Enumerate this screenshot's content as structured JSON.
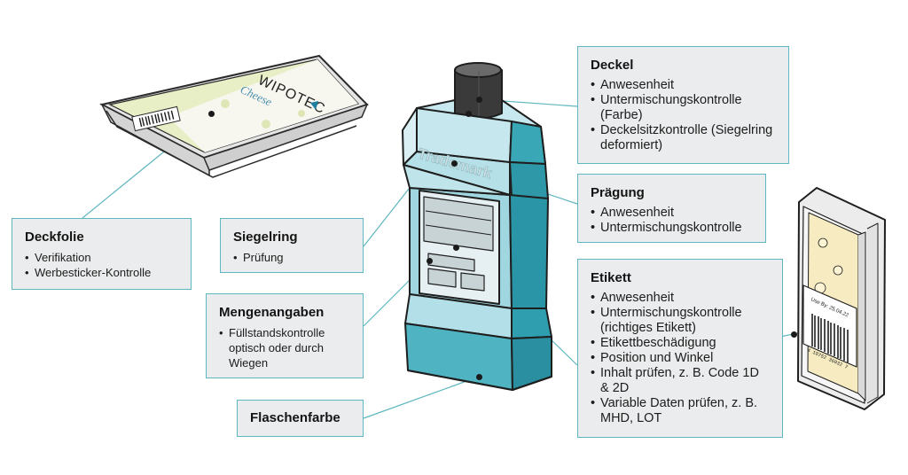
{
  "tray": {
    "brand": "WIPOTEC",
    "flavor": "Cheese"
  },
  "bottle": {
    "trademark": "Trademark"
  },
  "pack": {
    "use_by": "Use By: 25.04.22",
    "barcode_digits": "4 10752 36932 7"
  },
  "boxes": {
    "deckel": {
      "title": "Deckel",
      "items": [
        "Anwesenheit",
        "Untermischungskontrolle (Farbe)",
        "Deckelsitzkontrolle (Siegelring deformiert)"
      ]
    },
    "praegung": {
      "title": "Prägung",
      "items": [
        "Anwesenheit",
        "Untermischungskontrolle"
      ]
    },
    "etikett": {
      "title": "Etikett",
      "items": [
        "Anwesenheit",
        "Untermischungskontrolle (richtiges Etikett)",
        "Etikettbeschädigung",
        "Position und Winkel",
        "Inhalt prüfen, z. B. Code 1D & 2D",
        "Variable Daten prüfen, z. B. MHD, LOT"
      ]
    },
    "deckfolie": {
      "title": "Deckfolie",
      "items": [
        "Verifikation",
        "Werbesticker-Kontrolle"
      ]
    },
    "siegelring": {
      "title": "Siegelring",
      "items": [
        "Prüfung"
      ]
    },
    "mengenangaben": {
      "title": "Mengenangaben",
      "items": [
        "Füllstandskontrolle optisch oder durch Wiegen"
      ]
    },
    "flaschenfarbe": {
      "title": "Flaschenfarbe",
      "items": []
    }
  }
}
